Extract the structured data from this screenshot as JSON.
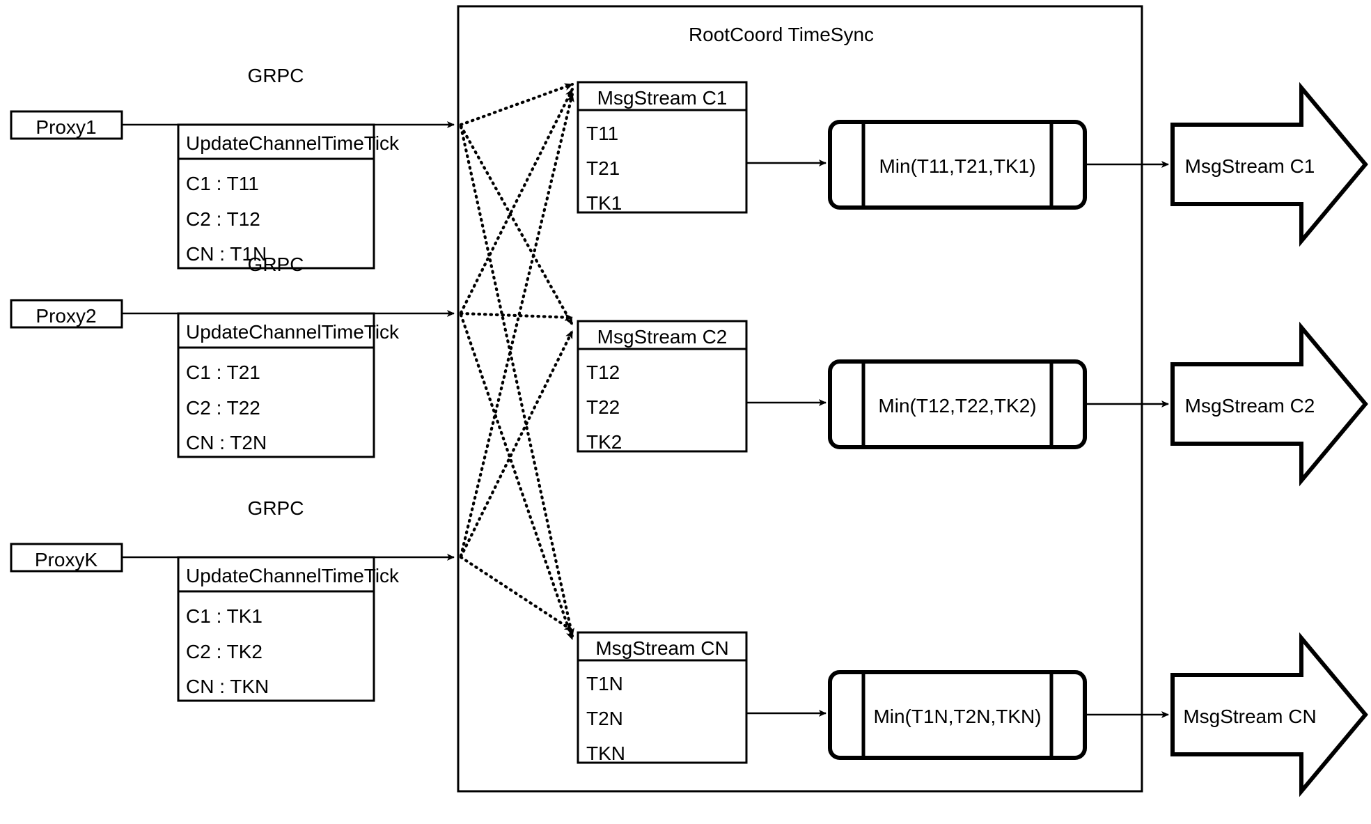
{
  "diagram": {
    "title": "RootCoord TimeSync",
    "container_label": "RootCoord TimeSync",
    "link_label": "GRPC",
    "tick_header": "UpdateChannelTimeTick"
  },
  "proxies": [
    {
      "name": "Proxy1",
      "link": "GRPC",
      "header": "UpdateChannelTimeTick",
      "rows": [
        "C1 :  T11",
        "C2 :  T12",
        "CN : T1N"
      ]
    },
    {
      "name": "Proxy2",
      "link": "GRPC",
      "header": "UpdateChannelTimeTick",
      "rows": [
        "C1 :  T21",
        "C2 :  T22",
        "CN : T2N"
      ]
    },
    {
      "name": "ProxyK",
      "link": "GRPC",
      "header": "UpdateChannelTimeTick",
      "rows": [
        "C1 :  TK1",
        "C2 :  TK2",
        "CN : TKN"
      ]
    }
  ],
  "channels": [
    {
      "stream_title": "MsgStream C1",
      "stream_rows": [
        "T11",
        "T21",
        "TK1"
      ],
      "min_label": "Min(T11,T21,TK1)",
      "output_label": "MsgStream C1"
    },
    {
      "stream_title": "MsgStream C2",
      "stream_rows": [
        "T12",
        "T22",
        "TK2"
      ],
      "min_label": "Min(T12,T22,TK2)",
      "output_label": "MsgStream C2"
    },
    {
      "stream_title": "MsgStream CN",
      "stream_rows": [
        "T1N",
        "T2N",
        "TKN"
      ],
      "min_label": "Min(T1N,T2N,TKN)",
      "output_label": "MsgStream CN"
    }
  ],
  "colors": {
    "stroke": "#000000",
    "background": "#ffffff"
  }
}
